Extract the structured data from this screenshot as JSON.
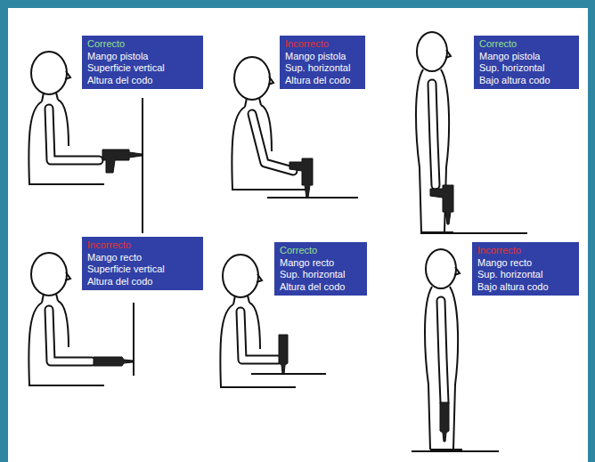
{
  "diagram": {
    "nodes": [
      {
        "text": [
          "Correcto",
          "Mango pistola",
          "Superficie vertical",
          "Altura del codo"
        ]
      },
      {
        "text": [
          "Incorrecto",
          "Mango pistola",
          "Sup. horizontal",
          "Altura del codo"
        ]
      },
      {
        "text": [
          "Correcto",
          "Mango pistola",
          "Sup. horizontal",
          "Bajo altura codo"
        ]
      },
      {
        "text": [
          "Incorrecto",
          "Mango recto",
          "Superficie vertical",
          "Altura del codo"
        ]
      },
      {
        "text": [
          "Correcto",
          "Mango recto",
          "Sup. horizontal",
          "Altura del codo"
        ]
      },
      {
        "text": [
          "Incorrecto",
          "Mango recto",
          "Sup. horizontal",
          "Bajo altura codo"
        ]
      }
    ]
  }
}
